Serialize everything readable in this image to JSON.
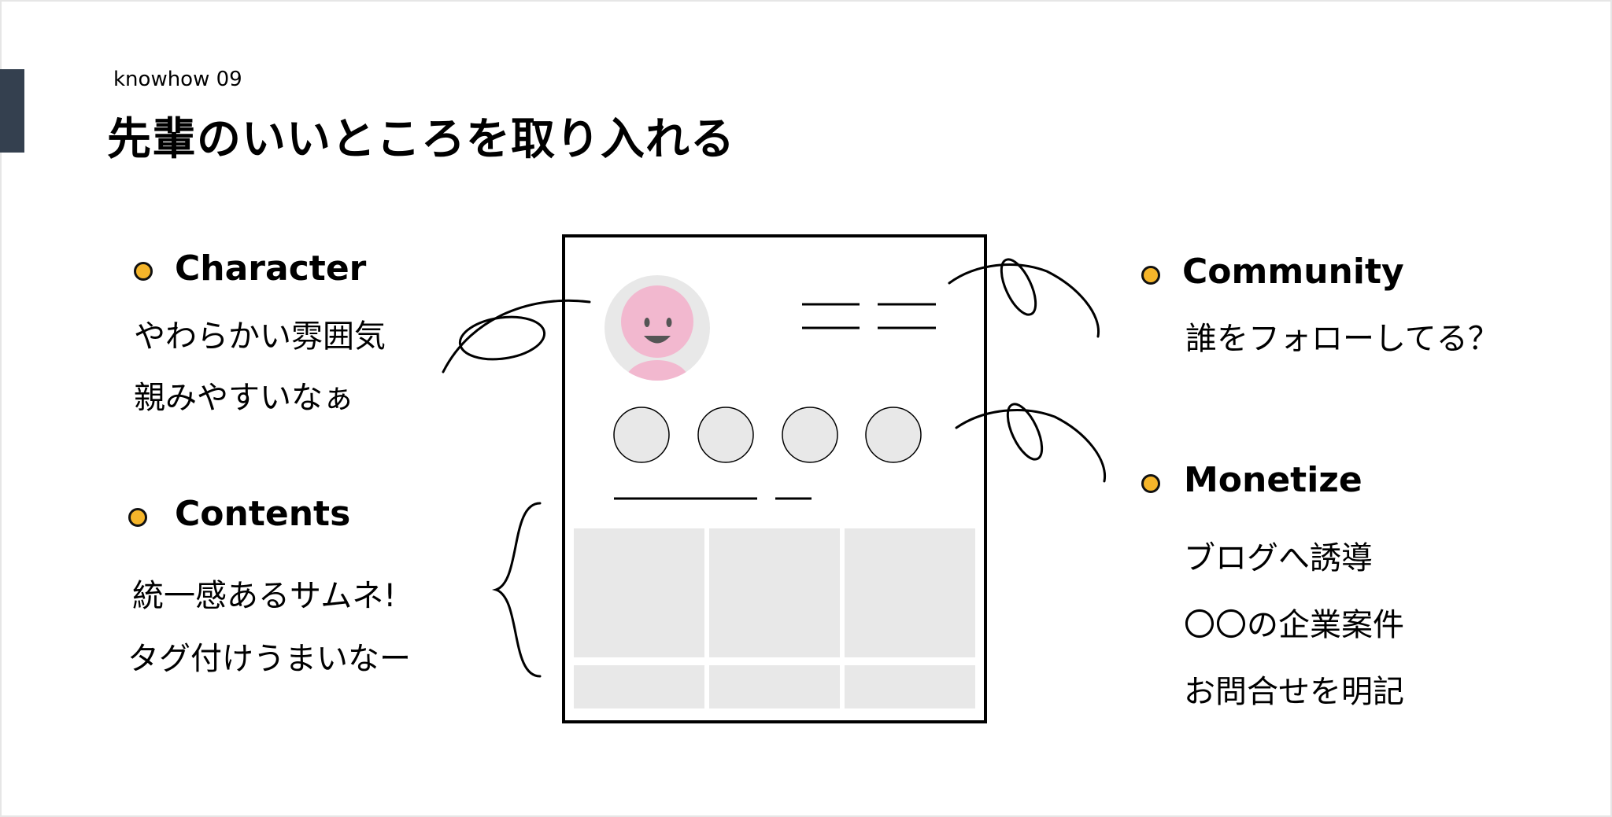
{
  "header": {
    "eyebrow": "knowhow 09",
    "title": "先輩のいいところを取り入れる"
  },
  "colors": {
    "accent_bar": "#34404f",
    "bullet": "#f5b52a",
    "avatar_face": "#f2b8cf",
    "placeholder": "#e8e8e8"
  },
  "sections": {
    "character": {
      "heading": "Character",
      "lines": [
        "やわらかい雰囲気",
        "親みやすいなぁ"
      ]
    },
    "contents": {
      "heading": "Contents",
      "lines": [
        "統一感あるサムネ!",
        "タグ付けうまいなー"
      ]
    },
    "community": {
      "heading": "Community",
      "lines": [
        "誰をフォローしてる？"
      ]
    },
    "monetize": {
      "heading": "Monetize",
      "lines": [
        "ブログへ誘導",
        "〇〇の企業案件",
        "お問合せを明記"
      ]
    }
  }
}
